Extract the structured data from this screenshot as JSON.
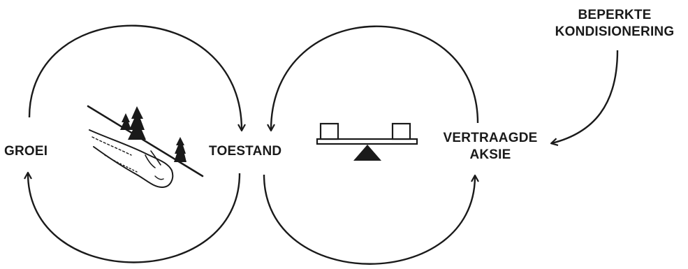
{
  "diagram": {
    "labels": {
      "growth": "GROEI",
      "state": "TOESTAND",
      "delayed_action_line1": "VERTRAAGDE",
      "delayed_action_line2": "AKSIE",
      "limited_conditioning_line1": "BEPERKTE",
      "limited_conditioning_line2": "KONDISIONERING"
    },
    "colors": {
      "stroke": "#1a1a1a",
      "background": "#ffffff"
    },
    "icons": [
      "landslide-hill-icon",
      "balance-scale-icon"
    ]
  }
}
